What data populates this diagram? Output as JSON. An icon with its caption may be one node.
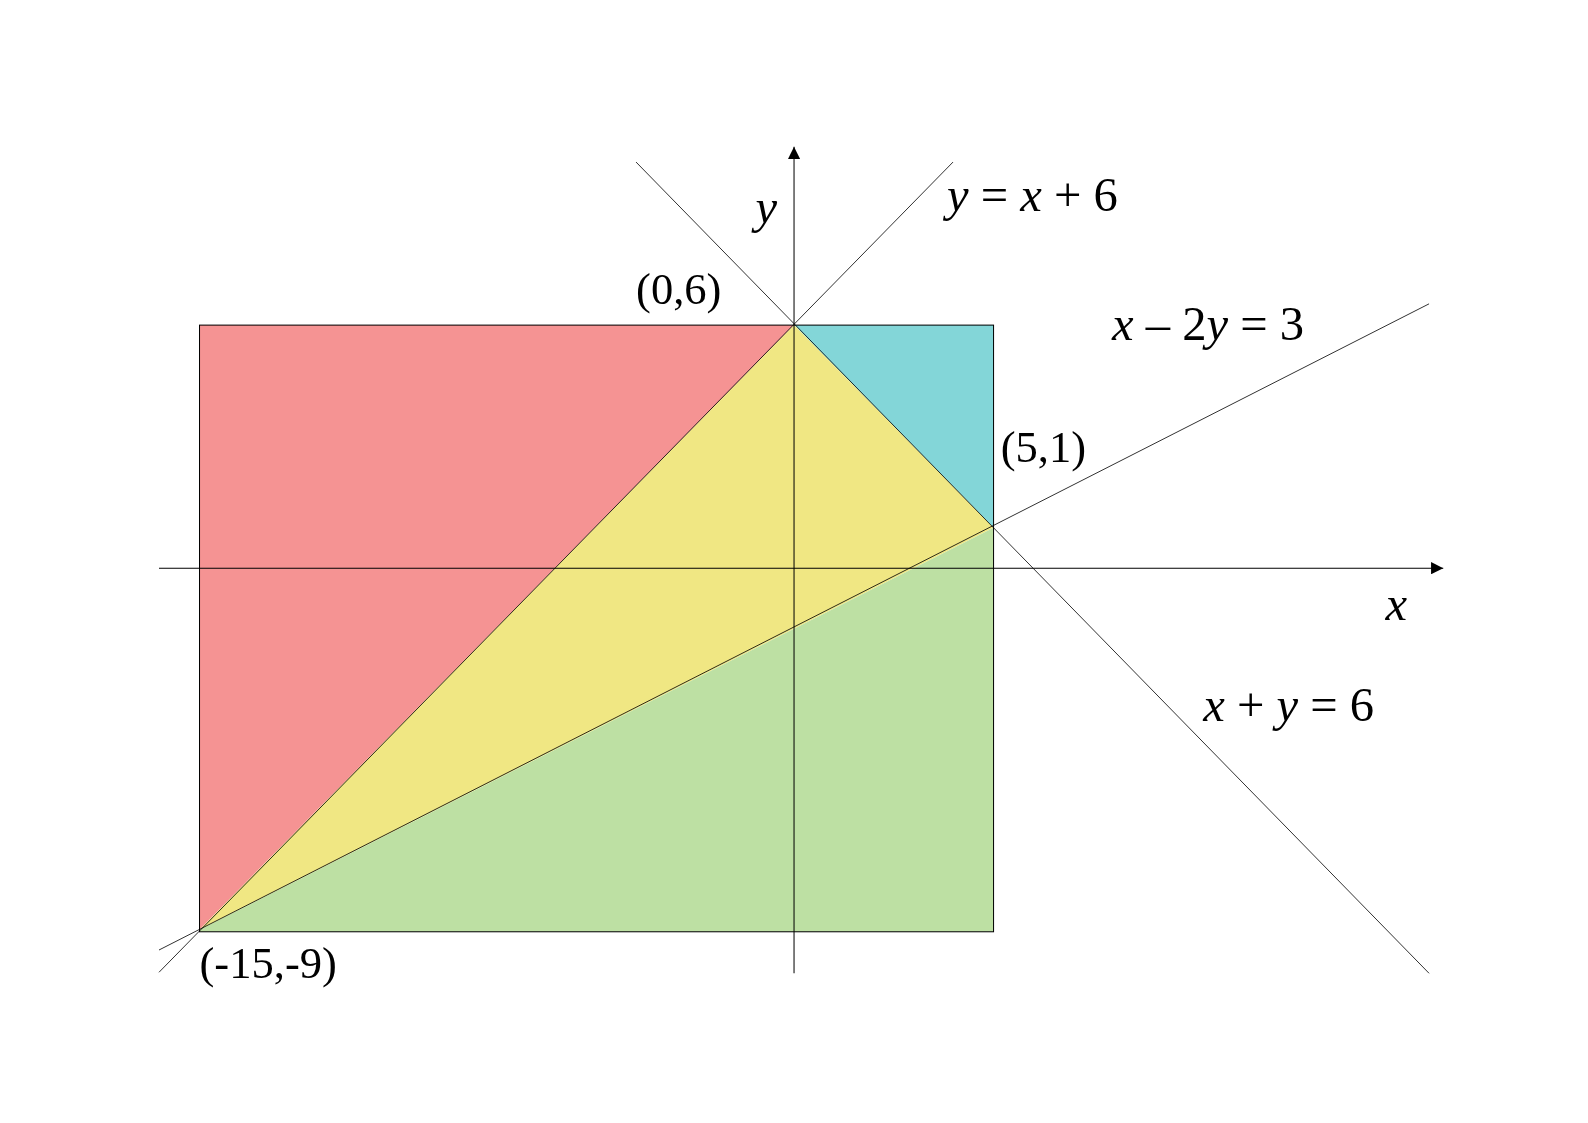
{
  "diagram": {
    "labels": [
      "y",
      "y = x + 6",
      "(0,6)",
      "x – 2y = 3",
      "(5,1)",
      "x",
      "x + y = 6",
      "(-15,-9)"
    ]
  }
}
